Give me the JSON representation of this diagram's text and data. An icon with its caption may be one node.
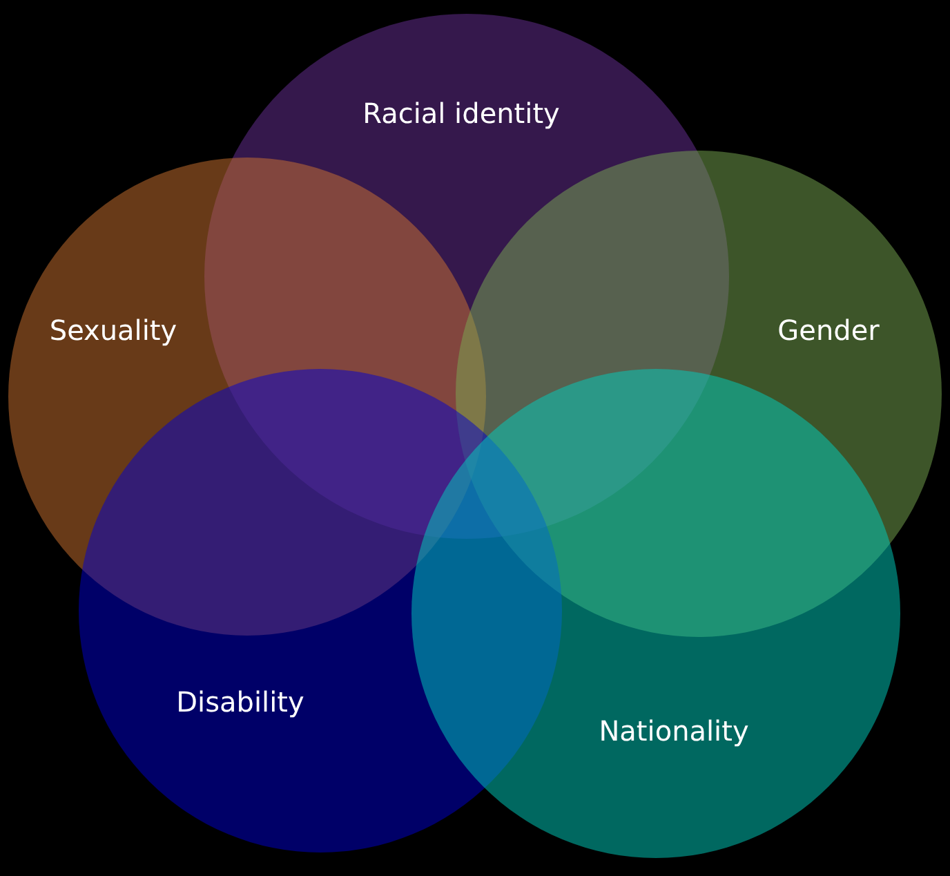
{
  "diagram": {
    "nodes": [
      {
        "text": [
          "Racial identity"
        ]
      },
      {
        "text": [
          "Sexuality"
        ]
      },
      {
        "text": [
          "Gender"
        ]
      },
      {
        "text": [
          "Disability"
        ]
      },
      {
        "text": [
          "Nationality"
        ]
      }
    ]
  }
}
